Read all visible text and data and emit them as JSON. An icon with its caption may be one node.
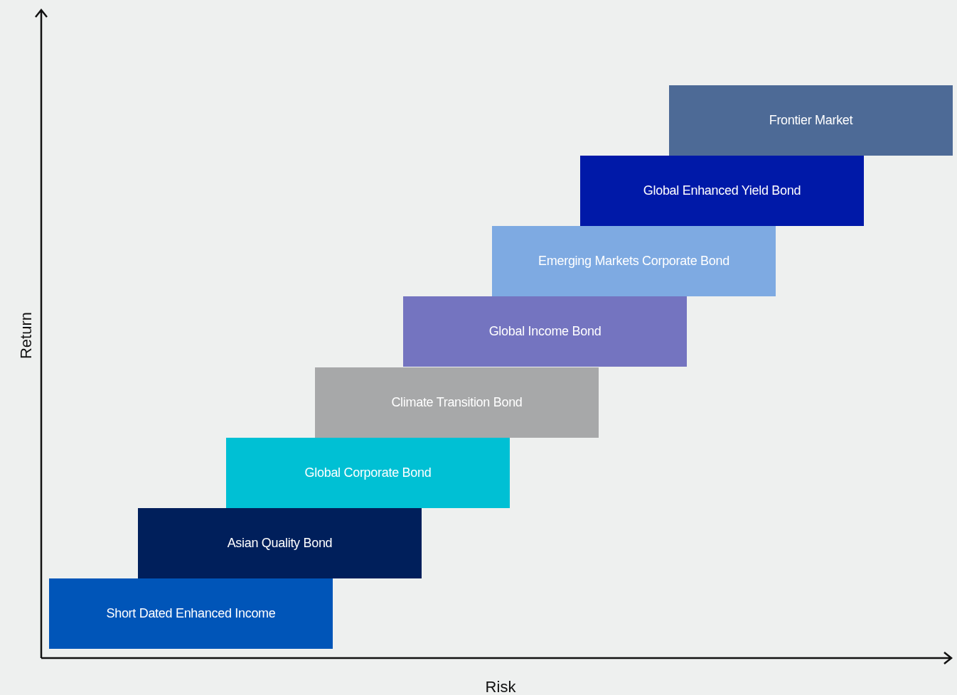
{
  "diagram": {
    "nodes": [
      {
        "text": [
          "Frontier Market"
        ]
      },
      {
        "text": [
          "Global Enhanced Yield Bond"
        ]
      },
      {
        "text": [
          "Emerging Markets Corporate Bond"
        ]
      },
      {
        "text": [
          "Global Income Bond"
        ]
      },
      {
        "text": [
          "Climate Transition Bond"
        ]
      },
      {
        "text": [
          "Global Corporate Bond"
        ]
      },
      {
        "text": [
          "Asian Quality Bond"
        ]
      },
      {
        "text": [
          "Short Dated Enhanced Income"
        ]
      }
    ],
    "labels": [
      "Return",
      "Risk"
    ]
  }
}
